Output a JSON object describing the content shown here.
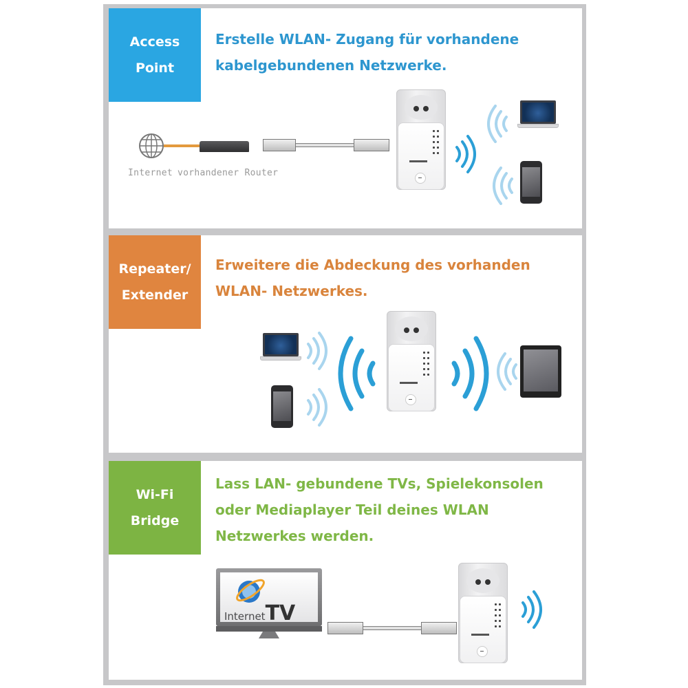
{
  "panels": [
    {
      "id": "access-point",
      "tag_lines": [
        "Access",
        "Point"
      ],
      "tag_color": "#2aa6e2",
      "text_color": "#2d96cf",
      "description_lines": [
        "Erstelle WLAN- Zugang für vorhandene",
        "kabelgebundenen Netzwerke."
      ],
      "captions": {
        "internet": "Internet",
        "router": "vorhandener Router"
      },
      "devices": [
        "globe-icon",
        "router-icon",
        "ethernet-cable",
        "range-extender",
        "wifi-waves",
        "laptop",
        "smartphone"
      ]
    },
    {
      "id": "repeater-extender",
      "tag_lines": [
        "Repeater/",
        "Extender"
      ],
      "tag_color": "#e0853f",
      "text_color": "#d9843c",
      "description_lines": [
        "Erweitere die Abdeckung des vorhanden",
        "WLAN- Netzwerkes."
      ],
      "devices": [
        "laptop",
        "smartphone",
        "wifi-waves",
        "range-extender",
        "wifi-waves",
        "tablet"
      ]
    },
    {
      "id": "wifi-bridge",
      "tag_lines": [
        "Wi-Fi",
        "Bridge"
      ],
      "tag_color": "#7db443",
      "text_color": "#7fb746",
      "description_lines": [
        "Lass LAN- gebundene TVs, Spielekonsolen",
        "oder Mediaplayer Teil deines WLAN",
        "Netzwerkes werden."
      ],
      "tv_label": {
        "word1": "Internet",
        "word2": "TV"
      },
      "devices": [
        "internet-tv",
        "ethernet-cable",
        "range-extender",
        "wifi-waves"
      ]
    }
  ],
  "colors": {
    "frame": "#c7c7c9",
    "wifi_strong": "#2b9fd6",
    "wifi_light": "#a9d5ee"
  }
}
